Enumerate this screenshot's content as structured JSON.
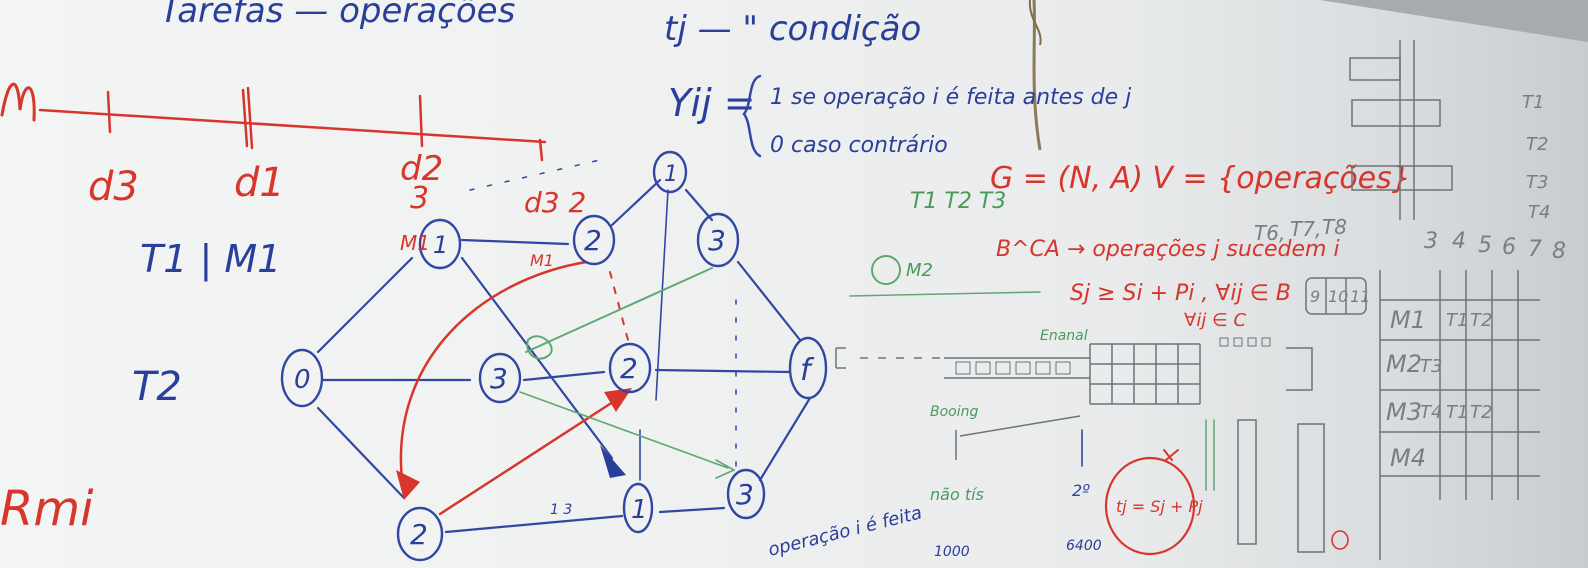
{
  "colors": {
    "board": "#f1f2f2",
    "blue_marker": "#2a3f9a",
    "red_marker": "#d8352c",
    "green_marker": "#4a9a5a",
    "gray_marker": "#6f7375"
  },
  "board_text": {
    "top_left": "Tarefas — operações",
    "timeline_marks": [
      "d3",
      "d1",
      "d2",
      "3"
    ],
    "task1": "T1 | M1",
    "task2": "T2",
    "red_bottom_left": "Rmi",
    "tj_line": "tj — \" condição",
    "yij_symbol": "Yij =",
    "yij_case1": "1  se operação i é feita antes de j",
    "yij_case2": "0  caso contrário",
    "gv_def": "G = (N, A)   V = {operações}",
    "t_list": "T1 T2 T3",
    "m_note": "M2",
    "b_def": "B^CA → operações j sucedem i",
    "constraint": "Sj ≥ Si + Pi ,  ∀ij ∈ B",
    "constraint2": "∀ij ∈ C",
    "formula_circle": "tj = Sj + Pj",
    "enanal": "Enanal",
    "booing": "Booing",
    "nodes": {
      "origin": "0",
      "end": "f",
      "m1_top": "1",
      "n2_top": "2",
      "n1_top": "1",
      "n3_top": "3",
      "n3_mid": "3",
      "n2_mid": "2",
      "n2_bot": "2",
      "n1_bot": "1",
      "n3_bot": "3"
    },
    "node_tags": [
      "M1",
      "d3 2",
      "M1",
      "1 3"
    ],
    "bottom_notes": [
      "operação i é feita",
      "não tís",
      "2º",
      "6400",
      "1000"
    ],
    "gantt_rows": [
      "M1",
      "M2",
      "M3",
      "M4"
    ],
    "gantt_cells": [
      "T1",
      "T2",
      "T3",
      "T4",
      "T1",
      "T2"
    ],
    "gantt_header": [
      "3",
      "4",
      "5",
      "6",
      "7",
      "8"
    ],
    "boxes_label": [
      "9",
      "10",
      "11"
    ],
    "t_right": [
      "T1",
      "T2",
      "T3",
      "T4"
    ],
    "schedule_top": [
      "T6,",
      "T7,",
      "T8"
    ]
  }
}
